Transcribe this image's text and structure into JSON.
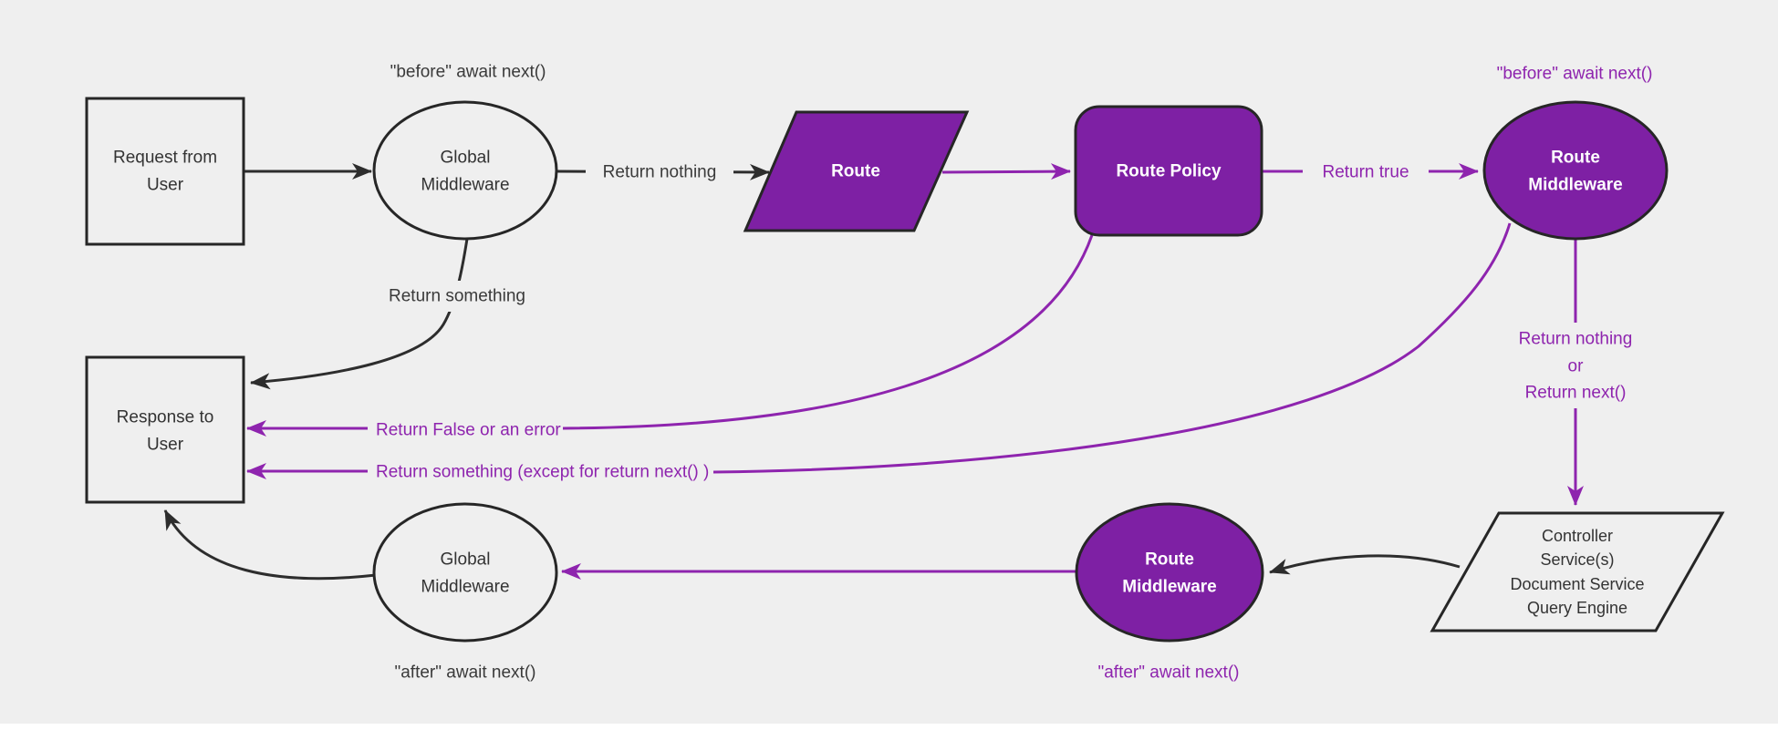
{
  "diagram_title": "Request and response middleware lifecycle flowchart",
  "colors": {
    "background": "#efefef",
    "node_fill_light": "#efefef",
    "node_fill_purple": "#7e20a4",
    "node_border": "#262626",
    "edge_dark": "#2d2d2d",
    "edge_purple": "#8e24ae",
    "text_dark": "#333333",
    "text_purple": "#8e24ae",
    "text_on_purple": "#ffffff"
  },
  "nodes": {
    "request": {
      "line1": "Request from",
      "line2": "User"
    },
    "global_middleware_top": {
      "line1": "Global",
      "line2": "Middleware"
    },
    "route": {
      "label": "Route"
    },
    "route_policy": {
      "label": "Route Policy"
    },
    "route_middleware_top": {
      "line1": "Route",
      "line2": "Middleware"
    },
    "services": {
      "line1": "Controller",
      "line2": "Service(s)",
      "line3": "Document Service",
      "line4": "Query Engine"
    },
    "route_middleware_bottom": {
      "line1": "Route",
      "line2": "Middleware"
    },
    "global_middleware_bottom": {
      "line1": "Global",
      "line2": "Middleware"
    },
    "response": {
      "line1": "Response to",
      "line2": "User"
    }
  },
  "edge_labels": {
    "before_await_top_left": "\"before\" await next()",
    "return_nothing_top": "Return nothing",
    "return_true": "Return true",
    "before_await_top_right": "\"before\" await next()",
    "return_nothing_or_1": "Return nothing",
    "return_nothing_or_2": "or",
    "return_nothing_or_3": "Return next()",
    "after_await_bottom_right": "\"after\" await next()",
    "after_await_bottom_left": "\"after\" await next()",
    "return_something": "Return something",
    "return_false_or_error": "Return False or an error",
    "return_something_except": "Return something (except for return next() )"
  }
}
